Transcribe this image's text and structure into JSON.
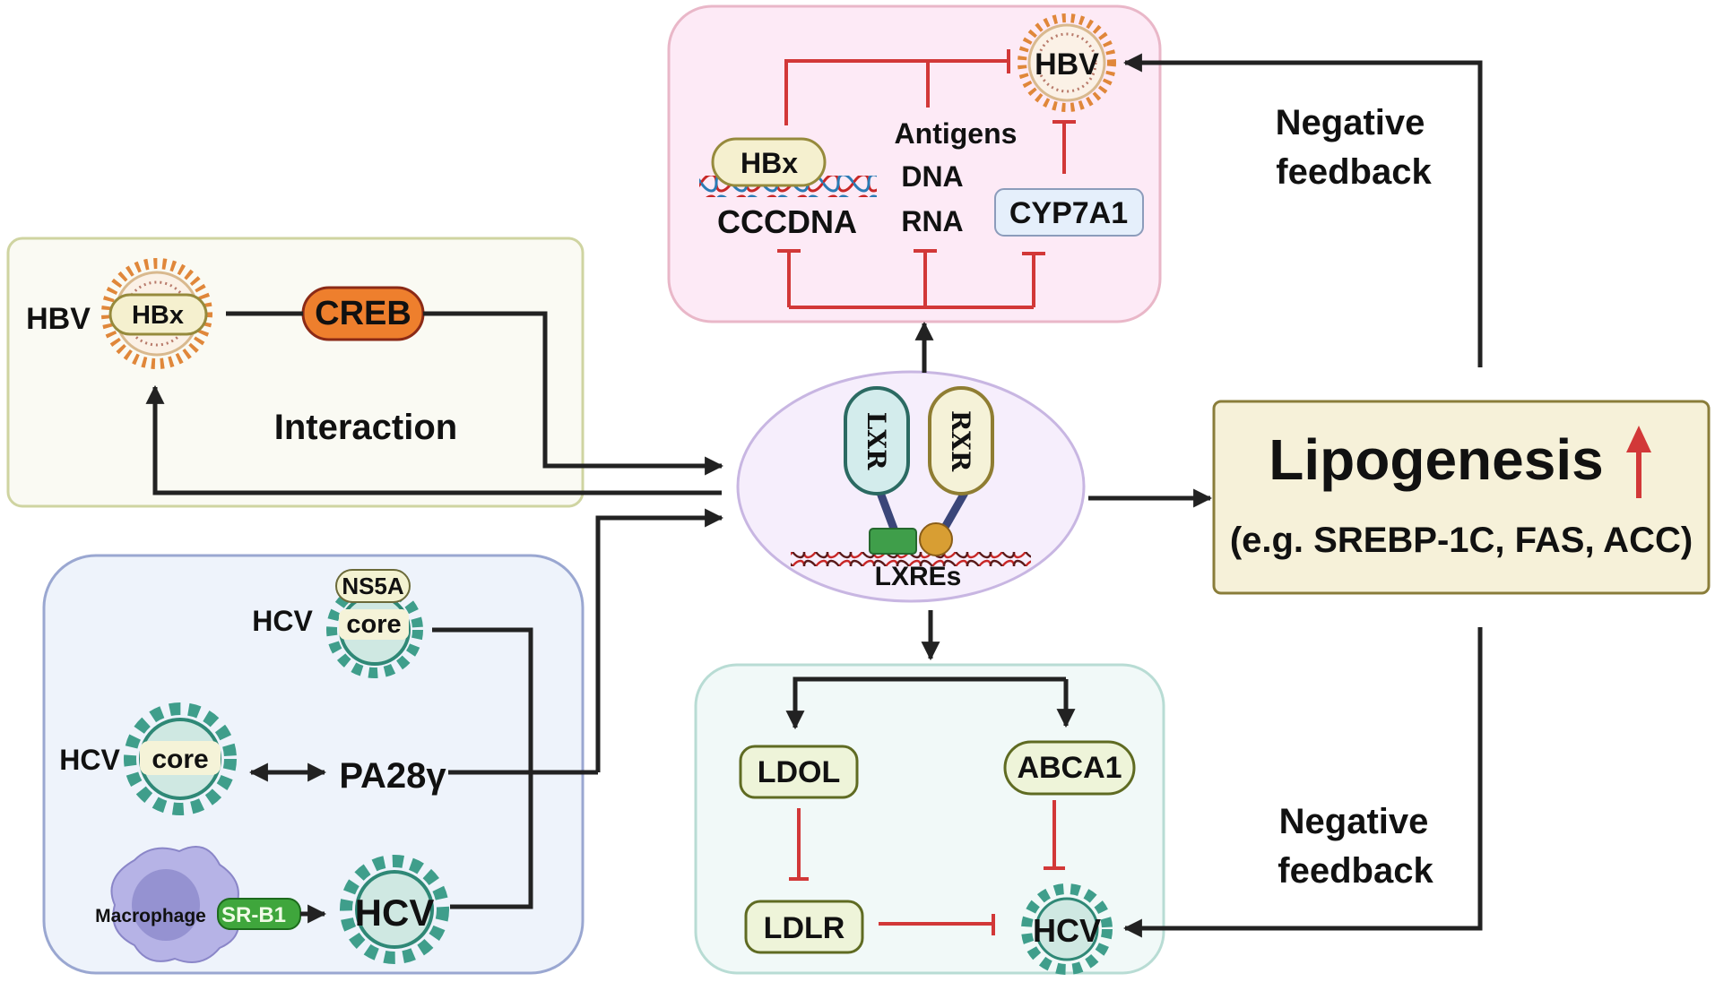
{
  "colors": {
    "inhibit": "#d23838",
    "activate": "#222222",
    "hbv_box_bg": "#fdeaf6",
    "hbv_box_border": "#e9b7c8",
    "interaction_box_bg": "#fafaf3",
    "interaction_box_border": "#cfd4a1",
    "hcv_box_bg": "#eef3fb",
    "hcv_box_border": "#9aa7d1",
    "nucleus_bg": "#f6eefc",
    "nucleus_border": "#c8b6e2",
    "lipo_box_bg": "#f6f1d9",
    "lipo_box_border": "#8a7d3a",
    "ldl_box_bg": "#f1f9f8",
    "ldl_box_border": "#b8dcd4",
    "creb": "#ee7f2d",
    "srb1": "#3fa63c",
    "hcv_virus": "#3f9e8b",
    "lxr_fill": "#d3ecec",
    "rxr_fill": "#f5f2d8"
  },
  "hbv_box": {
    "hbv_label": "HBV",
    "hbx_label": "HBx",
    "cccdna_label": "CCCDNA",
    "antigens_label": "Antigens",
    "dna_label": "DNA",
    "rna_label": "RNA",
    "cyp7a1_label": "CYP7A1"
  },
  "interaction_box": {
    "hbv_label": "HBV",
    "hbx_label": "HBx",
    "creb_label": "CREB",
    "title": "Interaction"
  },
  "hcv_box": {
    "hcv1_label": "HCV",
    "ns5a_label": "NS5A",
    "core1_label": "core",
    "hcv2_label": "HCV",
    "core2_label": "core",
    "pa28_label": "PA28γ",
    "macrophage_label": "Macrophage",
    "srb1_label": "SR-B1",
    "hcv3_label": "HCV"
  },
  "nucleus": {
    "lxr_label": "LXR",
    "rxr_label": "RXR",
    "lxres_label": "LXREs"
  },
  "lipogenesis": {
    "title": "Lipogenesis",
    "subtitle": "(e.g. SREBP-1C, FAS, ACC)"
  },
  "ldl_box": {
    "ldol_label": "LDOL",
    "abca1_label": "ABCA1",
    "ldlr_label": "LDLR",
    "hcv_label": "HCV"
  },
  "feedback": {
    "top_line1": "Negative",
    "top_line2": "feedback",
    "bottom_line1": "Negative",
    "bottom_line2": "feedback"
  }
}
